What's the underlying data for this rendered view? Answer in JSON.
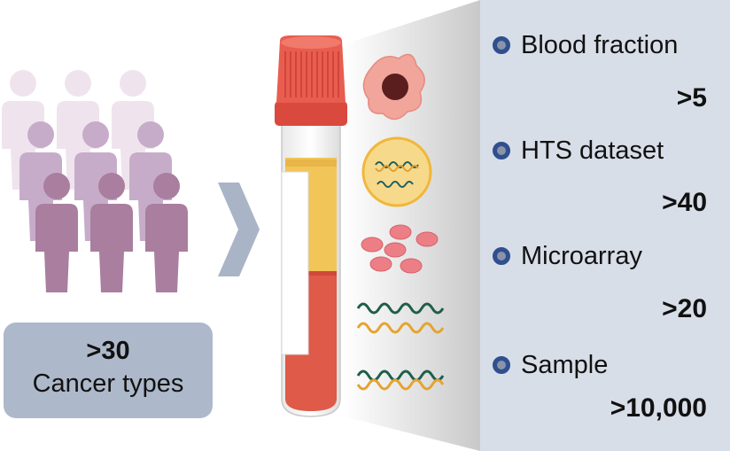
{
  "colors": {
    "panel": "#d8dee8",
    "box": "#adb9ca",
    "people_light": "#efe4ee",
    "people_mid": "#c7acca",
    "people_dark": "#a97e9e",
    "plasma": "#f1c557",
    "blood": "#df5a48",
    "cap": "#e85d4f",
    "dot_ring": "#2f4f8f"
  },
  "cohort": {
    "count": ">30",
    "label": "Cancer types"
  },
  "stats": [
    {
      "label": "Blood fraction",
      "value": ">5"
    },
    {
      "label": "HTS dataset",
      "value": ">40"
    },
    {
      "label": "Microarray",
      "value": ">20"
    },
    {
      "label": "Sample",
      "value": ">10,000"
    }
  ],
  "icons": [
    "person-icon",
    "chevron-right-icon",
    "blood-tube-icon",
    "cell-icon",
    "vesicle-icon",
    "platelet-icon",
    "nucleic-acid-icon",
    "double-helix-icon"
  ]
}
